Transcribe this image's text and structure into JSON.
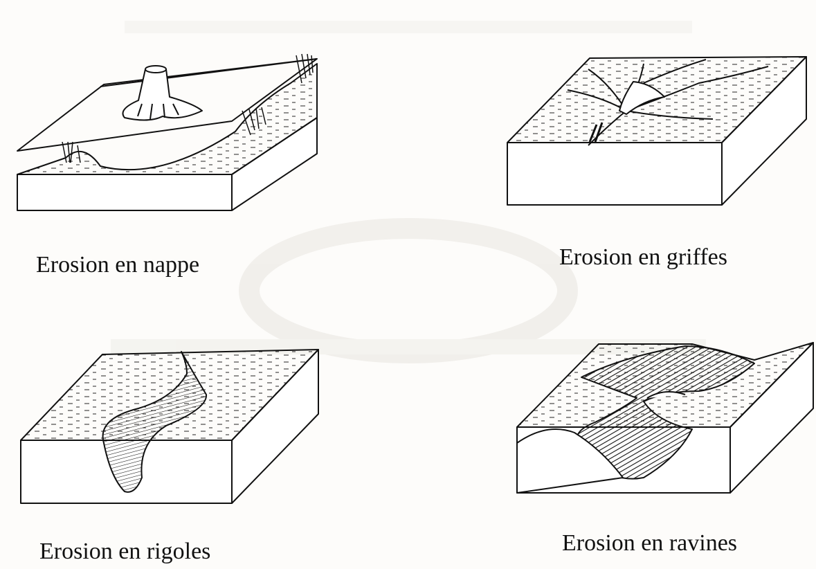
{
  "panels": [
    {
      "id": "nappe",
      "caption": "Erosion en nappe"
    },
    {
      "id": "griffes",
      "caption": "Erosion en griffes"
    },
    {
      "id": "rigoles",
      "caption": "Erosion en rigoles"
    },
    {
      "id": "ravines",
      "caption": "Erosion en ravines"
    }
  ],
  "colors": {
    "ink": "#111111",
    "paper": "#fdfcfa",
    "ghost": "#eceae6"
  }
}
